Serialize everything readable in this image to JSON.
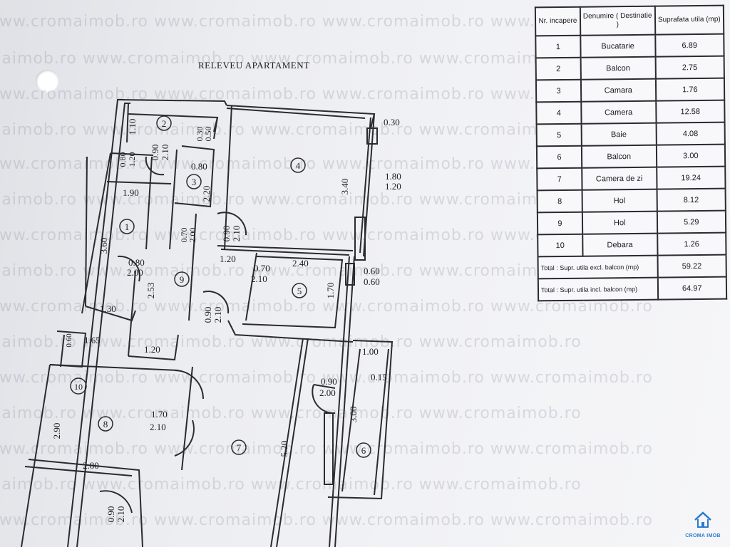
{
  "watermark": {
    "lines": [
      "www.cromaimob.ro  www.cromaimob.ro  www.cromaimob.ro  www.cromaimob.ro",
      "maimob.ro  www.cromaimob.ro  www.cromaimob.ro  www.cromaimob.ro",
      "www.cromaimob.ro  www.cromaimob.ro  www.cromaimob.ro  www.cromaimob.ro"
    ]
  },
  "plan": {
    "title": "RELEVEU APARTAMENT",
    "room_numbers": [
      "1",
      "2",
      "3",
      "4",
      "5",
      "6",
      "7",
      "8",
      "9",
      "10"
    ],
    "dimensions": {
      "d_110": "1.10",
      "d_030": "0.30",
      "d_050": "0.50",
      "d_080a": "0.80",
      "d_120a": "1.20",
      "d_090a": "0.90",
      "d_210a": "2.10",
      "d_080b": "0.80",
      "d_220": "2.20",
      "d_190": "1.90",
      "d_340": "3.40",
      "d_180": "1.80",
      "d_120b": "1.20",
      "d_030b": "0.30",
      "d_360": "3.60",
      "d_070a": "0.70",
      "d_200a": "2.00",
      "d_090b": "0.90",
      "d_210b": "2.10",
      "d_120c": "1.20",
      "d_080c": "0.80",
      "d_200b": "2.00",
      "d_253": "2.53",
      "d_070b": "0.70",
      "d_210c": "2.10",
      "d_240": "2.40",
      "d_170": "1.70",
      "d_060a": "0.60",
      "d_060b": "0.60",
      "d_130": "1.30",
      "d_090c": "0.90",
      "d_210d": "2.10",
      "d_120d": "1.20",
      "d_060c": "0.60",
      "d_165": "1.65",
      "d_100": "1.00",
      "d_015": "0.15",
      "d_090d": "0.90",
      "d_200c": "2.00",
      "d_300": "3.00",
      "d_290": "2.90",
      "d_170b": "1.70",
      "d_210e": "2.10",
      "d_520": "5.20",
      "d_280": "2.80",
      "d_090e": "0.90",
      "d_210f": "2.10"
    }
  },
  "table": {
    "headers": [
      "Nr. incapere",
      "Denumire ( Destinatie )",
      "Suprafata utila (mp)"
    ],
    "rows": [
      {
        "nr": "1",
        "name": "Bucatarie",
        "area": "6.89"
      },
      {
        "nr": "2",
        "name": "Balcon",
        "area": "2.75"
      },
      {
        "nr": "3",
        "name": "Camara",
        "area": "1.76"
      },
      {
        "nr": "4",
        "name": "Camera",
        "area": "12.58"
      },
      {
        "nr": "5",
        "name": "Baie",
        "area": "4.08"
      },
      {
        "nr": "6",
        "name": "Balcon",
        "area": "3.00"
      },
      {
        "nr": "7",
        "name": "Camera de zi",
        "area": "19.24"
      },
      {
        "nr": "8",
        "name": "Hol",
        "area": "8.12"
      },
      {
        "nr": "9",
        "name": "Hol",
        "area": "5.29"
      },
      {
        "nr": "10",
        "name": "Debara",
        "area": "1.26"
      }
    ],
    "totals": [
      {
        "label": "Total : Supr. utila excl. balcon (mp)",
        "value": "59.22"
      },
      {
        "label": "Total : Supr. utila incl. balcon (mp)",
        "value": "64.97"
      }
    ]
  },
  "logo": {
    "text": "CROMA IMOB",
    "icon": "house-icon",
    "color": "#2a7bd0"
  }
}
